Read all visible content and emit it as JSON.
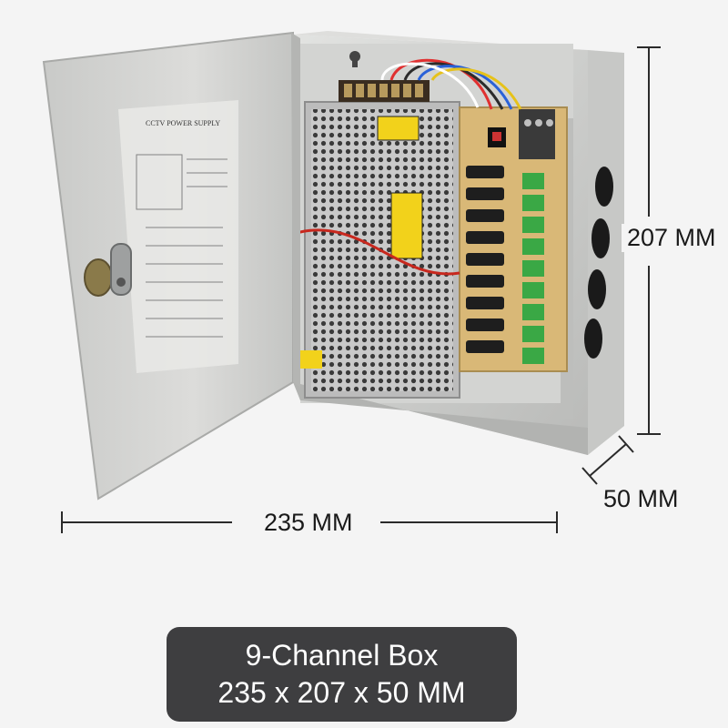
{
  "photo": {
    "subject": "open-metal-power-supply-cabinet",
    "door_doc_title": "CCTV POWER SUPPLY",
    "colors": {
      "background": "#f4f4f4",
      "metal": "#cfd0cf",
      "door": "#d8d8d6",
      "psu_mesh": "#bdbdbd",
      "pcb": "#d9b877",
      "fuse_black": "#1e1e1e",
      "terminal_green": "#3aa845",
      "label_yellow": "#f2d21b"
    }
  },
  "dimensions": {
    "width_label": "235 MM",
    "height_label": "207 MM",
    "depth_label": "50 MM"
  },
  "caption": {
    "title": "9-Channel Box",
    "dims": "235 x 207 x 50 MM"
  }
}
